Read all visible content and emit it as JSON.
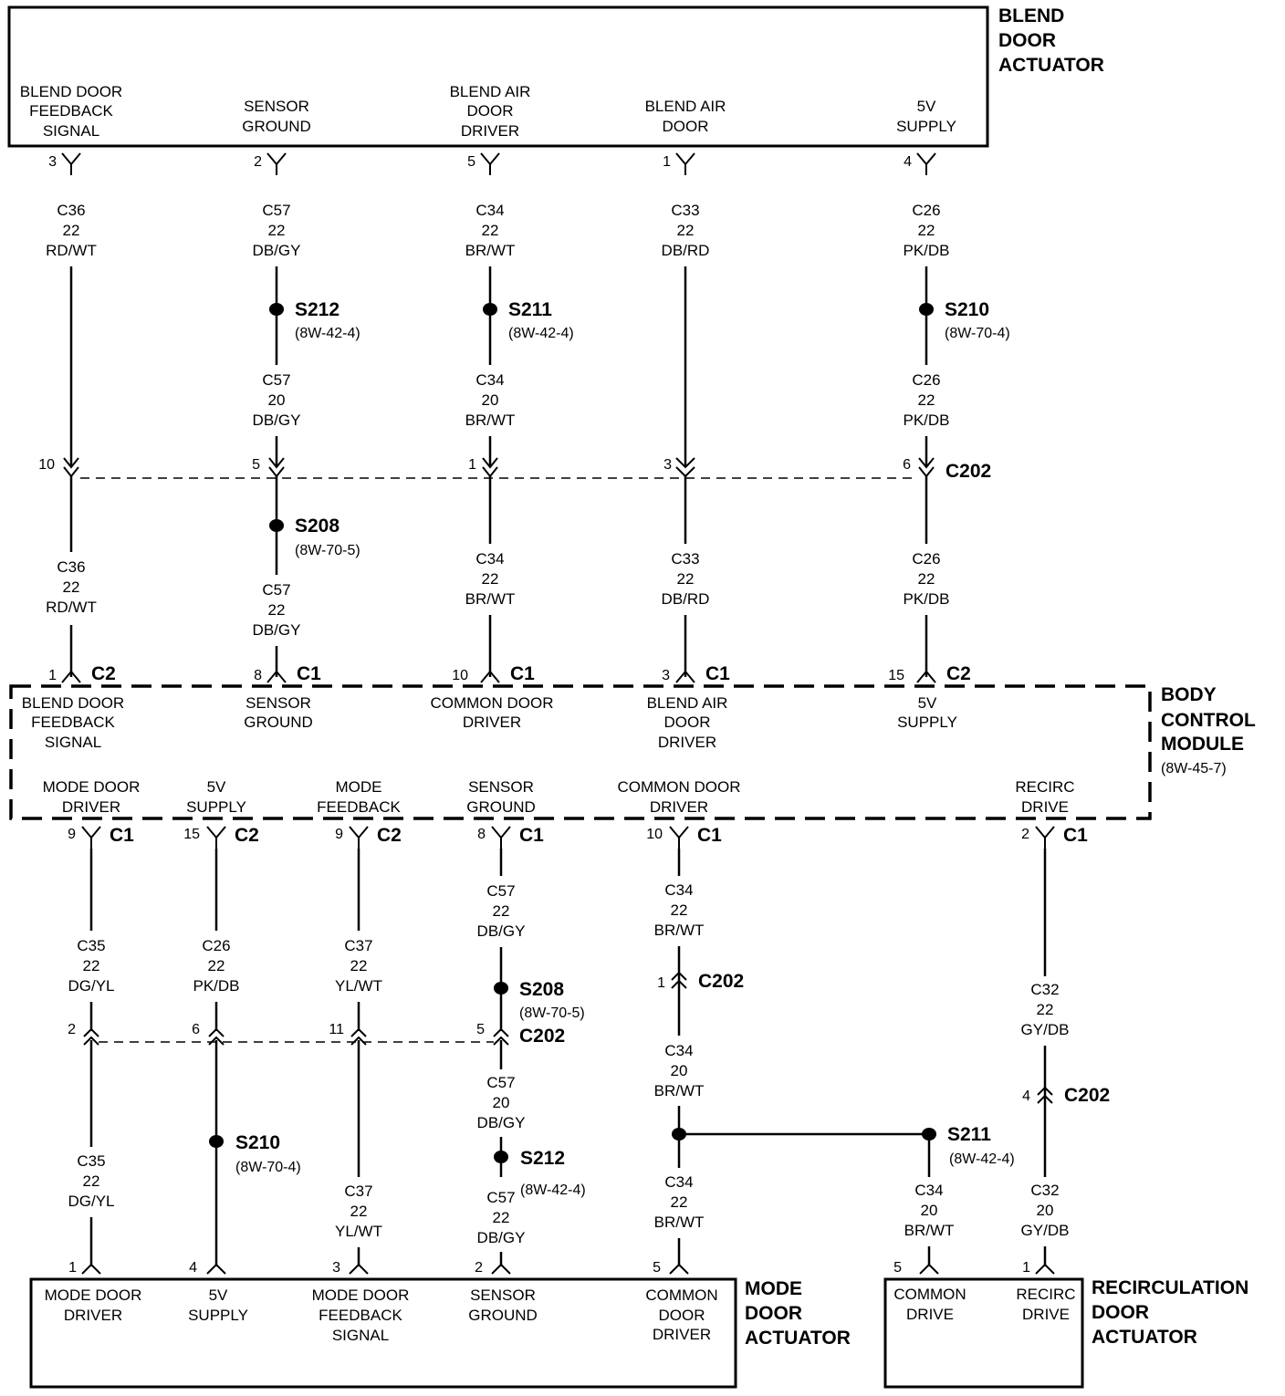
{
  "blend_door_actuator": {
    "title": [
      "BLEND",
      "DOOR",
      "ACTUATOR"
    ],
    "terminals": [
      {
        "label": [
          "BLEND DOOR",
          "FEEDBACK",
          "SIGNAL"
        ],
        "pin": "3"
      },
      {
        "label": [
          "SENSOR",
          "GROUND"
        ],
        "pin": "2"
      },
      {
        "label": [
          "BLEND AIR",
          "DOOR",
          "DRIVER"
        ],
        "pin": "5"
      },
      {
        "label": [
          "BLEND AIR",
          "DOOR"
        ],
        "pin": "1"
      },
      {
        "label": [
          "5V",
          "SUPPLY"
        ],
        "pin": "4"
      }
    ]
  },
  "upper_circuits": [
    {
      "top_wire": [
        "C36",
        "22",
        "RD/WT"
      ],
      "c202_pin": "10",
      "bottom_wire": [
        "C36",
        "22",
        "RD/WT"
      ],
      "bcm_pin": "1",
      "bcm_conn": "C2"
    },
    {
      "top_wire": [
        "C57",
        "22",
        "DB/GY"
      ],
      "splice_top": {
        "id": "S212",
        "ref": "(8W-42-4)"
      },
      "mid_wire": [
        "C57",
        "20",
        "DB/GY"
      ],
      "c202_pin": "5",
      "splice_bottom": {
        "id": "S208",
        "ref": "(8W-70-5)"
      },
      "bottom_wire": [
        "C57",
        "22",
        "DB/GY"
      ],
      "bcm_pin": "8",
      "bcm_conn": "C1"
    },
    {
      "top_wire": [
        "C34",
        "22",
        "BR/WT"
      ],
      "splice_top": {
        "id": "S211",
        "ref": "(8W-42-4)"
      },
      "mid_wire": [
        "C34",
        "20",
        "BR/WT"
      ],
      "c202_pin": "1",
      "bottom_wire": [
        "C34",
        "22",
        "BR/WT"
      ],
      "bcm_pin": "10",
      "bcm_conn": "C1"
    },
    {
      "top_wire": [
        "C33",
        "22",
        "DB/RD"
      ],
      "c202_pin": "3",
      "bottom_wire": [
        "C33",
        "22",
        "DB/RD"
      ],
      "bcm_pin": "3",
      "bcm_conn": "C1"
    },
    {
      "top_wire": [
        "C26",
        "22",
        "PK/DB"
      ],
      "splice_top": {
        "id": "S210",
        "ref": "(8W-70-4)"
      },
      "mid_wire": [
        "C26",
        "22",
        "PK/DB"
      ],
      "c202_pin": "6",
      "bottom_wire": [
        "C26",
        "22",
        "PK/DB"
      ],
      "bcm_pin": "15",
      "bcm_conn": "C2"
    }
  ],
  "c202_label": "C202",
  "body_control_module": {
    "title": [
      "BODY",
      "CONTROL",
      "MODULE"
    ],
    "ref": "(8W-45-7)",
    "top_labels": [
      [
        "BLEND DOOR",
        "FEEDBACK",
        "SIGNAL"
      ],
      [
        "SENSOR",
        "GROUND"
      ],
      [
        "COMMON DOOR",
        "DRIVER"
      ],
      [
        "BLEND AIR",
        "DOOR",
        "DRIVER"
      ],
      [
        "5V",
        "SUPPLY"
      ]
    ],
    "bottom_labels": [
      [
        "MODE DOOR",
        "DRIVER"
      ],
      [
        "5V",
        "SUPPLY"
      ],
      [
        "MODE",
        "FEEDBACK"
      ],
      [
        "SENSOR",
        "GROUND"
      ],
      [
        "COMMON DOOR",
        "DRIVER"
      ],
      [
        "RECIRC",
        "DRIVE"
      ]
    ],
    "bottom_pins": [
      {
        "pin": "9",
        "conn": "C1"
      },
      {
        "pin": "15",
        "conn": "C2"
      },
      {
        "pin": "9",
        "conn": "C2"
      },
      {
        "pin": "8",
        "conn": "C1"
      },
      {
        "pin": "10",
        "conn": "C1"
      },
      {
        "pin": "2",
        "conn": "C1"
      }
    ]
  },
  "lower_circuits": {
    "mode_driver": {
      "wire1": [
        "C35",
        "22",
        "DG/YL"
      ],
      "c202_pin": "2",
      "wire2": [
        "C35",
        "22",
        "DG/YL"
      ],
      "act_pin": "1"
    },
    "supply": {
      "wire1": [
        "C26",
        "22",
        "PK/DB"
      ],
      "c202_pin": "6",
      "splice": {
        "id": "S210",
        "ref": "(8W-70-4)"
      },
      "act_pin": "4"
    },
    "feedback": {
      "wire1": [
        "C37",
        "22",
        "YL/WT"
      ],
      "c202_pin": "11",
      "wire2": [
        "C37",
        "22",
        "YL/WT"
      ],
      "act_pin": "3"
    },
    "ground": {
      "wire1": [
        "C57",
        "22",
        "DB/GY"
      ],
      "splice1": {
        "id": "S208",
        "ref": "(8W-70-5)"
      },
      "c202_pin": "5",
      "wire2": [
        "C57",
        "20",
        "DB/GY"
      ],
      "splice2": {
        "id": "S212",
        "ref": "(8W-42-4)"
      },
      "wire3": [
        "C57",
        "22",
        "DB/GY"
      ],
      "act_pin": "2"
    },
    "common": {
      "wire1": [
        "C34",
        "22",
        "BR/WT"
      ],
      "c202_pin": "1",
      "wire2": [
        "C34",
        "20",
        "BR/WT"
      ],
      "wire3": [
        "C34",
        "22",
        "BR/WT"
      ],
      "act_pin": "5"
    },
    "s211": {
      "id": "S211",
      "ref": "(8W-42-4)",
      "wire": [
        "C34",
        "20",
        "BR/WT"
      ],
      "act_pin": "5"
    },
    "recirc": {
      "wire1": [
        "C32",
        "22",
        "GY/DB"
      ],
      "c202_pin": "4",
      "wire2": [
        "C32",
        "20",
        "GY/DB"
      ],
      "act_pin": "1"
    }
  },
  "mode_door_actuator": {
    "title": [
      "MODE",
      "DOOR",
      "ACTUATOR"
    ],
    "labels": [
      [
        "MODE DOOR",
        "DRIVER"
      ],
      [
        "5V",
        "SUPPLY"
      ],
      [
        "MODE DOOR",
        "FEEDBACK",
        "SIGNAL"
      ],
      [
        "SENSOR",
        "GROUND"
      ],
      [
        "COMMON",
        "DOOR",
        "DRIVER"
      ]
    ]
  },
  "recirculation_door_actuator": {
    "title": [
      "RECIRCULATION",
      "DOOR",
      "ACTUATOR"
    ],
    "labels": [
      [
        "COMMON",
        "DRIVE"
      ],
      [
        "RECIRC",
        "DRIVE"
      ]
    ]
  }
}
